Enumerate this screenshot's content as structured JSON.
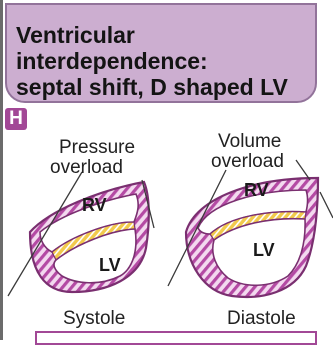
{
  "header": {
    "title_lines": [
      "Ventricular",
      "interdependence:",
      "septal  shift, D shaped LV"
    ]
  },
  "panel": {
    "letter": "H"
  },
  "left_diagram": {
    "heading_lines": [
      "Pressure",
      "overload"
    ],
    "rv_label": "RV",
    "lv_label": "LV",
    "caption": "Systole"
  },
  "right_diagram": {
    "heading_lines": [
      "Volume",
      "overload"
    ],
    "rv_label": "RV",
    "lv_label": "LV",
    "caption": "Diastole"
  },
  "colors": {
    "title_bg": "#ccaed0",
    "title_border": "#92739a",
    "wall_fill": "#f3d9ef",
    "wall_stripe": "#b44aa4",
    "wall_outline": "#7a2f70",
    "septum_fill": "#f2ca4c",
    "accent": "#a24896"
  }
}
